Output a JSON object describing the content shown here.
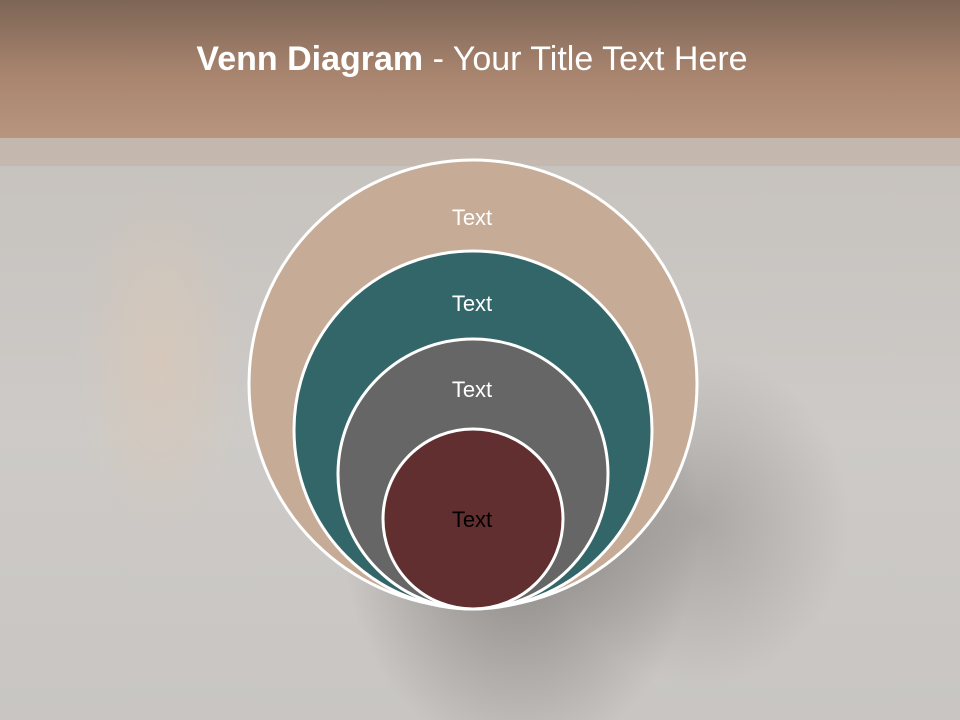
{
  "slide": {
    "title_bold": "Venn Diagram",
    "title_rest": " - Your Title Text Here"
  },
  "diagram": {
    "circles": [
      {
        "label": "Text",
        "fill": "#c6ab96",
        "text_color": "#ffffff"
      },
      {
        "label": "Text",
        "fill": "#336669",
        "text_color": "#ffffff"
      },
      {
        "label": "Text",
        "fill": "#666666",
        "text_color": "#ffffff"
      },
      {
        "label": "Text",
        "fill": "#622f30",
        "text_color": "#000000"
      }
    ]
  },
  "colors": {
    "title_band": "#a9856f",
    "outline": "#ffffff"
  }
}
